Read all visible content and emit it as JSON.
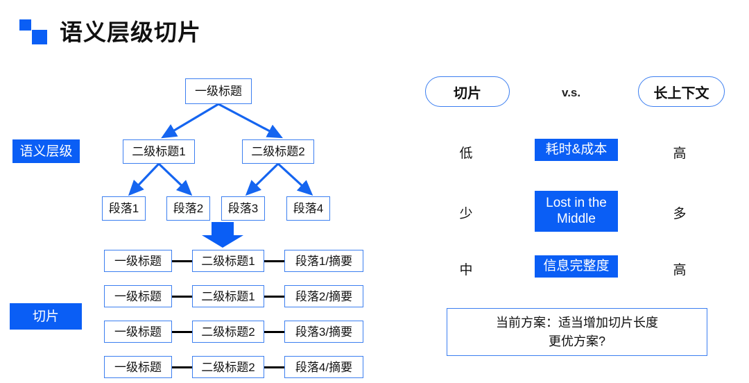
{
  "title": {
    "text": "语义层级切片",
    "logo_icon": "two-squares-logo-icon",
    "accent_color": "#0a5ef5"
  },
  "left_panel": {
    "labels": {
      "hierarchy": "语义层级",
      "chunk": "切片"
    },
    "tree": {
      "root": "一级标题",
      "level2": [
        "二级标题1",
        "二级标题2"
      ],
      "level3": [
        "段落1",
        "段落2",
        "段落3",
        "段落4"
      ],
      "transform_icon": "down-arrow-icon"
    },
    "chains": [
      {
        "h1": "一级标题",
        "h2": "二级标题1",
        "para": "段落1/摘要"
      },
      {
        "h1": "一级标题",
        "h2": "二级标题1",
        "para": "段落2/摘要"
      },
      {
        "h1": "一级标题",
        "h2": "二级标题2",
        "para": "段落3/摘要"
      },
      {
        "h1": "一级标题",
        "h2": "二级标题2",
        "para": "段落4/摘要"
      }
    ]
  },
  "right_panel": {
    "header": {
      "left": "切片",
      "middle": "v.s.",
      "right": "长上下文"
    },
    "rows": [
      {
        "left": "低",
        "metric": "耗时&成本",
        "right": "高"
      },
      {
        "left": "少",
        "metric": "Lost in the Middle",
        "right": "多"
      },
      {
        "left": "中",
        "metric": "信息完整度",
        "right": "高"
      }
    ],
    "note": {
      "line1": "当前方案：适当增加切片长度",
      "line2": "更优方案?"
    }
  },
  "colors": {
    "accent_blue": "#0a5ef5",
    "border_blue": "#3b7ef0",
    "text": "#111111",
    "link_black": "#000000"
  }
}
